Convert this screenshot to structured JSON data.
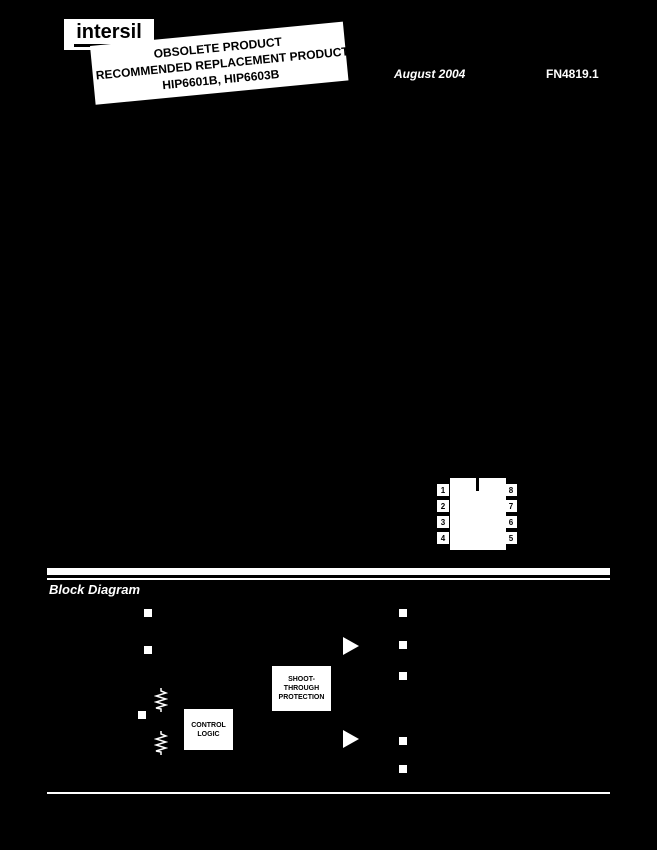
{
  "colors": {
    "page_background": "#000000",
    "foreground": "#ffffff",
    "text_on_white": "#000000"
  },
  "icons": {
    "driver_buffer": "right-pointing-triangle",
    "resistor": "vertical-zigzag",
    "terminal_pad": "small-square",
    "chip_notch": "vertical-notch-bar"
  },
  "header": {
    "logo_text": "intersil",
    "banner": {
      "line1": "OBSOLETE PRODUCT",
      "line2": "RECOMMENDED REPLACEMENT PRODUCT",
      "line3": "HIP6601B, HIP6603B"
    },
    "date": "August 2004",
    "doc_number": "FN4819.1"
  },
  "pin_diagram": {
    "left_pins": [
      "1",
      "2",
      "3",
      "4"
    ],
    "right_pins": [
      "8",
      "7",
      "6",
      "5"
    ]
  },
  "section": {
    "title": "Block Diagram"
  },
  "block_diagram": {
    "shoot_through_box": {
      "line1": "SHOOT-",
      "line2": "THROUGH",
      "line3": "PROTECTION"
    },
    "control_logic_box": {
      "line1": "CONTROL",
      "line2": "LOGIC"
    }
  }
}
